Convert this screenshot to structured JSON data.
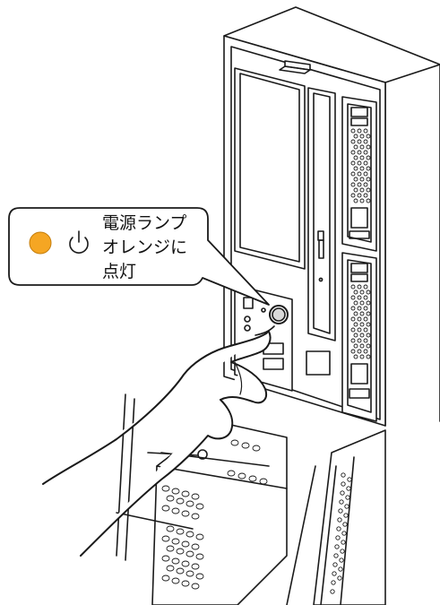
{
  "callout": {
    "line1": "電源ランプ",
    "line2": "オレンジに",
    "line3": "点灯"
  },
  "colors": {
    "lamp": "#F5A623",
    "line": "#1a1a1a",
    "background": "#ffffff"
  },
  "icons": {
    "lamp": "orange-lamp-icon",
    "power": "power-icon",
    "finger": "hand-pressing-icon"
  }
}
